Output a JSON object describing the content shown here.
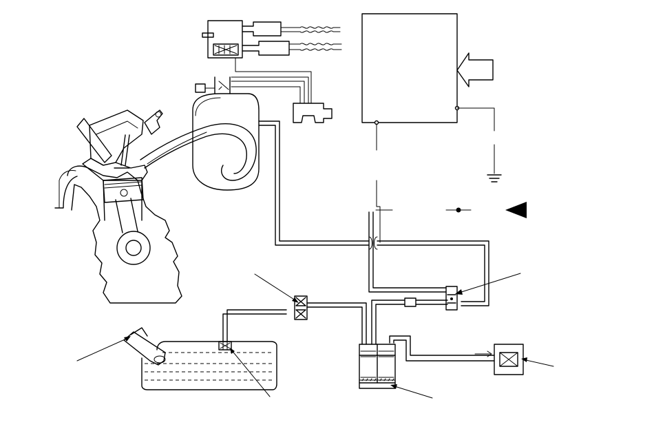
{
  "colors": {
    "line": "#000000",
    "background": "#ffffff"
  },
  "labels": [],
  "components": [
    {
      "id": "engine",
      "icon": "engine-cutaway-icon"
    },
    {
      "id": "intake-manifold",
      "icon": "intake-manifold-icon"
    },
    {
      "id": "throttle-body",
      "icon": "throttle-body-icon"
    },
    {
      "id": "control-unit",
      "icon": "control-unit-box"
    },
    {
      "id": "input-arrow",
      "icon": "arrow-left-icon"
    },
    {
      "id": "ground",
      "icon": "ground-symbol-icon"
    },
    {
      "id": "power-terminal",
      "icon": "triangle-terminal-icon"
    },
    {
      "id": "fuel-tank",
      "icon": "fuel-tank-icon"
    },
    {
      "id": "filler-neck",
      "icon": "filler-neck-icon"
    },
    {
      "id": "tank-valve",
      "icon": "fuel-tank-valve-icon"
    },
    {
      "id": "two-way-valve",
      "icon": "two-way-valve-icon"
    },
    {
      "id": "purge-valve",
      "icon": "purge-valve-icon"
    },
    {
      "id": "charcoal-canister",
      "icon": "charcoal-canister-icon"
    },
    {
      "id": "vent-solenoid",
      "icon": "vent-solenoid-icon"
    },
    {
      "id": "check-valve",
      "icon": "inline-check-valve-icon"
    }
  ]
}
